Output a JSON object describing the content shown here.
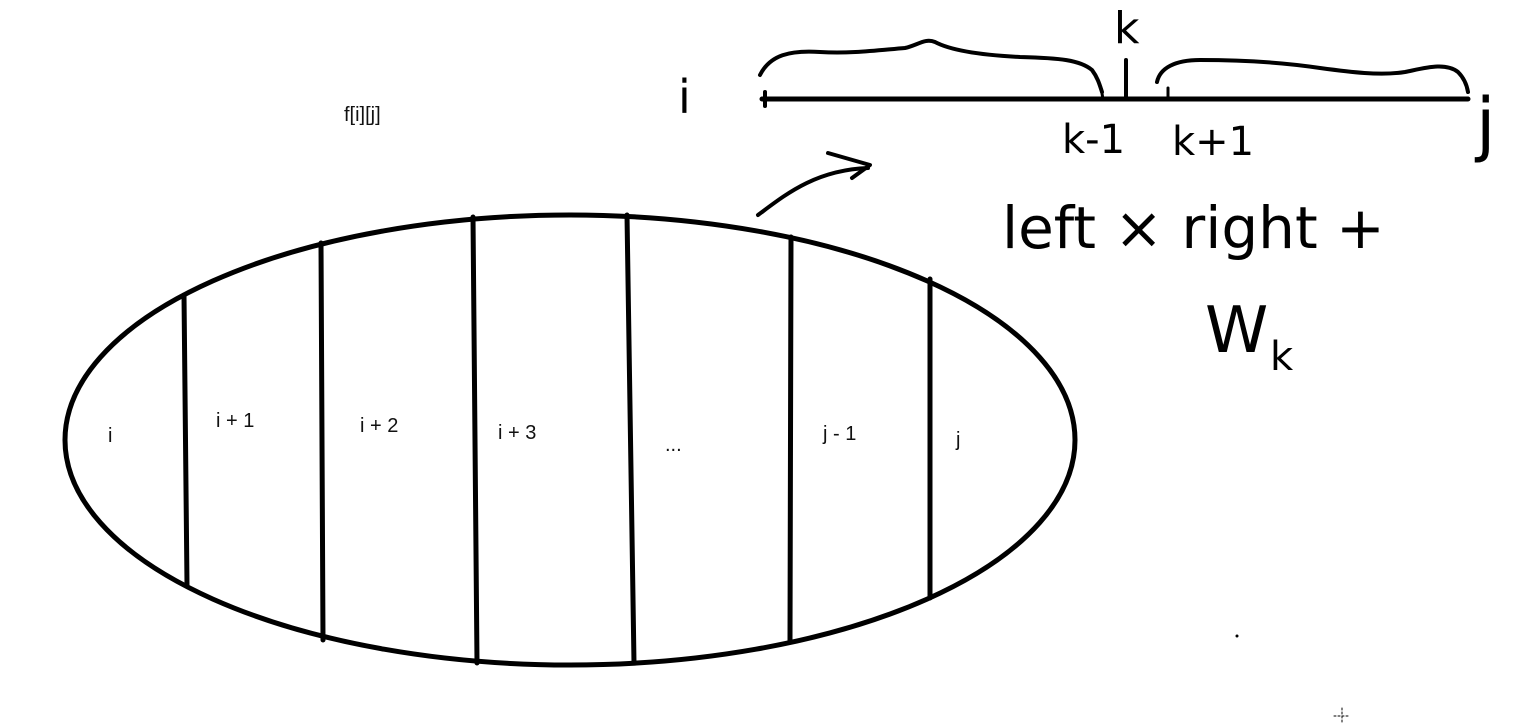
{
  "title": "f[i][j]",
  "partition_labels": [
    "i",
    "i + 1",
    "i + 2",
    "i + 3",
    "...",
    "j - 1",
    "j"
  ],
  "segment": {
    "left_end": "i",
    "right_end": "j",
    "split_point": "k",
    "left_inner": "k-1",
    "right_inner": "k+1"
  },
  "formula": {
    "line1": "left × right +",
    "line2_main": "W",
    "line2_sub": "k"
  }
}
